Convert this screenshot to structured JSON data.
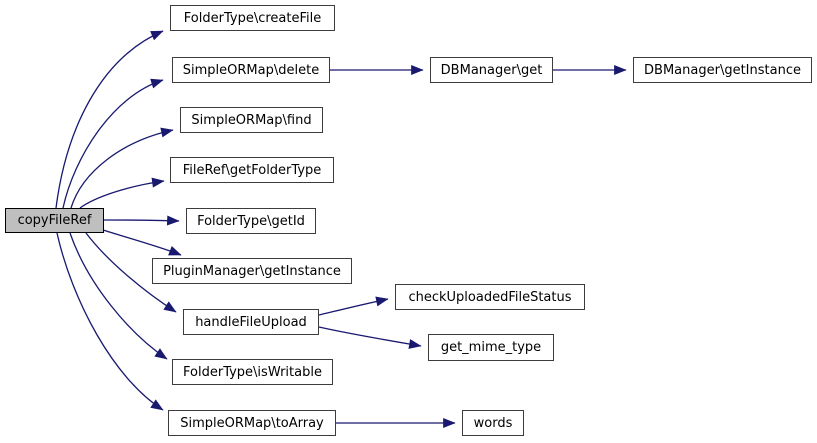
{
  "diagram": {
    "type": "call-graph",
    "colors": {
      "background": "#ffffff",
      "edge": "#191970",
      "node_fill": "#ffffff",
      "node_border": "#3c3c3c",
      "root_fill": "#bfbfbf",
      "text": "#000000"
    },
    "nodes": {
      "root": {
        "label": "copyFileRef"
      },
      "create_file": {
        "label": "FolderType\\createFile"
      },
      "delete": {
        "label": "SimpleORMap\\delete"
      },
      "db_get": {
        "label": "DBManager\\get"
      },
      "db_get_instance": {
        "label": "DBManager\\getInstance"
      },
      "find": {
        "label": "SimpleORMap\\find"
      },
      "get_folder_type": {
        "label": "FileRef\\getFolderType"
      },
      "get_id": {
        "label": "FolderType\\getId"
      },
      "plugin_get_instance": {
        "label": "PluginManager\\getInstance"
      },
      "handle_file_upload": {
        "label": "handleFileUpload"
      },
      "check_uploaded_file_status": {
        "label": "checkUploadedFileStatus"
      },
      "get_mime_type": {
        "label": "get_mime_type"
      },
      "is_writable": {
        "label": "FolderType\\isWritable"
      },
      "to_array": {
        "label": "SimpleORMap\\toArray"
      },
      "words": {
        "label": "words"
      }
    },
    "edges": [
      {
        "from": "copyFileRef",
        "to": "FolderType\\createFile"
      },
      {
        "from": "copyFileRef",
        "to": "SimpleORMap\\delete"
      },
      {
        "from": "copyFileRef",
        "to": "SimpleORMap\\find"
      },
      {
        "from": "copyFileRef",
        "to": "FileRef\\getFolderType"
      },
      {
        "from": "copyFileRef",
        "to": "FolderType\\getId"
      },
      {
        "from": "copyFileRef",
        "to": "PluginManager\\getInstance"
      },
      {
        "from": "copyFileRef",
        "to": "handleFileUpload"
      },
      {
        "from": "copyFileRef",
        "to": "FolderType\\isWritable"
      },
      {
        "from": "copyFileRef",
        "to": "SimpleORMap\\toArray"
      },
      {
        "from": "SimpleORMap\\delete",
        "to": "DBManager\\get"
      },
      {
        "from": "DBManager\\get",
        "to": "DBManager\\getInstance"
      },
      {
        "from": "handleFileUpload",
        "to": "checkUploadedFileStatus"
      },
      {
        "from": "handleFileUpload",
        "to": "get_mime_type"
      },
      {
        "from": "SimpleORMap\\toArray",
        "to": "words"
      }
    ]
  }
}
